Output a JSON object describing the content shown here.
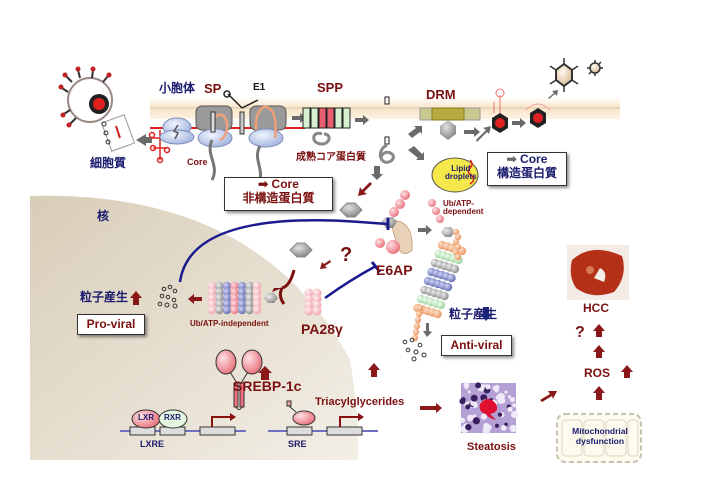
{
  "labels": {
    "er": "小胞体",
    "sp": "SP",
    "e1": "E1",
    "spp": "SPP",
    "drm": "DRM",
    "cytoplasm": "細胞質",
    "core_small": "Core",
    "mature_core": "成熟コア蛋白質",
    "lipid_droplets_line1": "Lipid",
    "lipid_droplets_line2": "droplets",
    "nucleus": "核",
    "ub_atp_dependent_line1": "Ub/ATP-",
    "ub_atp_dependent_line2": "dependent",
    "ub_atp_independent": "Ub/ATP-independent",
    "question_mark": "?",
    "e6ap": "E6AP",
    "pa28": "PA28γ",
    "particle_production_up": "粒子産生",
    "particle_production_down": "粒子産生",
    "srebp": "SREBP-1c",
    "triacylglycerides": "Triacylglycerides",
    "lxr": "LXR",
    "rxr": "RXR",
    "lxre": "LXRE",
    "sre": "SRE",
    "steatosis": "Steatosis",
    "hcc": "HCC",
    "ros": "ROS",
    "hcc_question": "?",
    "mito_line1": "Mitochondrial",
    "mito_line2": "dysfunction"
  },
  "boxes": {
    "nonstructural": {
      "line1": "Core",
      "line2": "非構造蛋白質"
    },
    "structural": {
      "line1": "Core",
      "line2": "構造蛋白質"
    },
    "pro_viral": "Pro-viral",
    "anti_viral": "Anti-viral"
  },
  "colors": {
    "navy": "#1a1a6e",
    "maroon": "#7a1010",
    "nucleus_fill": "#dcd2c0",
    "er_band": "#fbe6cc",
    "red_line": "#e02020",
    "pink": "#f08a90",
    "gray_arrow": "#6a6a6a",
    "lipid": "#f5e84a"
  }
}
